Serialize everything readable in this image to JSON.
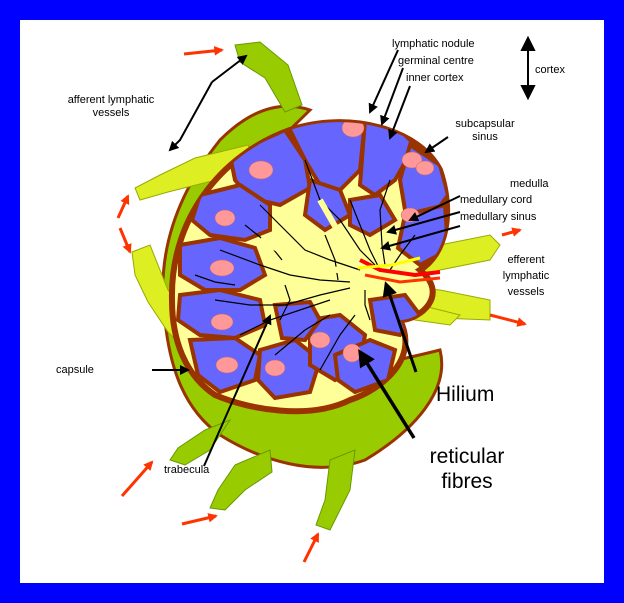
{
  "labels": {
    "lymphatic_nodule": "lymphatic nodule",
    "germinal_centre": "germinal centre",
    "inner_cortex": "inner cortex",
    "cortex": "cortex",
    "subcapsular_sinus": [
      "subcapsular",
      "sinus"
    ],
    "afferent_lymphatic_vessels": [
      "afferent lymphatic",
      "vessels"
    ],
    "medulla": "medulla",
    "medullary_cord": "medullary cord",
    "medullary_sinus": "medullary sinus",
    "efferent_lymphatic_vessels": [
      "efferent",
      "lymphatic",
      "vessels"
    ],
    "capsule": "capsule",
    "hilium": "Hilium",
    "trabecula": "trabecula",
    "reticular_fibres": [
      "reticular",
      "fibres"
    ]
  },
  "colors": {
    "background_frame": "#0000ff",
    "panel": "#ffffff",
    "capsule_fat": "#99cc00",
    "vessel_yellow": "#ffff33",
    "trabecula_brown": "#993300",
    "nodule_blue": "#6666ff",
    "germinal_pink": "#ff9999",
    "medulla_yellow": "#ffff99",
    "flow_arrow_red": "#ff3300",
    "hilum_red": "#ff0000"
  }
}
